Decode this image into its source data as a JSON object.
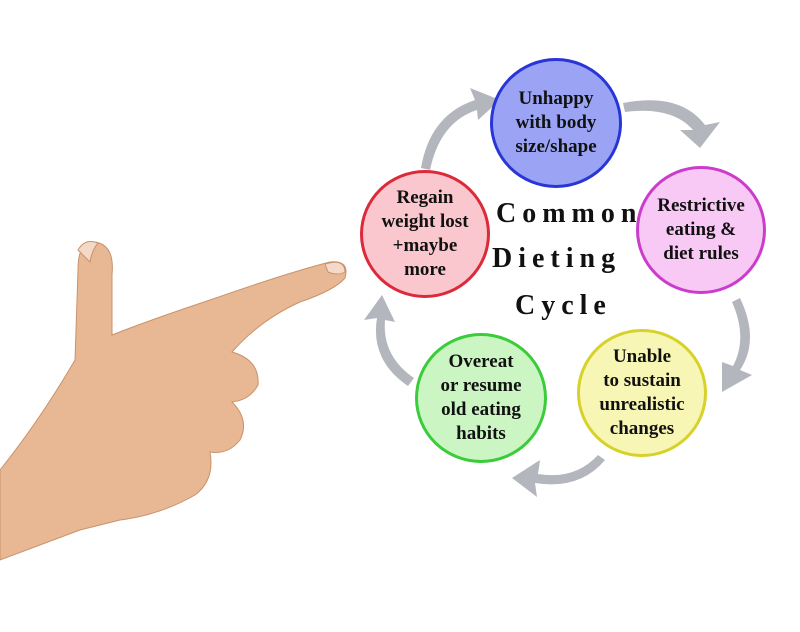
{
  "title": {
    "line1": "Common",
    "line2": "Dieting",
    "line3": "Cycle"
  },
  "nodes": [
    {
      "label": "Unhappy\nwith body\nsize/shape",
      "fill": "#9ba4f4",
      "border": "#2a35d8"
    },
    {
      "label": "Restrictive\neating &\ndiet rules",
      "fill": "#f8c9f5",
      "border": "#cc3ccc"
    },
    {
      "label": "Unable\nto sustain\nunrealistic\nchanges",
      "fill": "#f8f6b4",
      "border": "#d6d22a"
    },
    {
      "label": "Overeat\nor resume\nold eating\nhabits",
      "fill": "#cbf6c3",
      "border": "#3acc3a"
    },
    {
      "label": "Regain\nweight lost\n+maybe\nmore",
      "fill": "#f9c7cd",
      "border": "#dd2a3a"
    }
  ],
  "colors": {
    "arrow": "#b4b6bd",
    "skin": "#e7b893"
  }
}
